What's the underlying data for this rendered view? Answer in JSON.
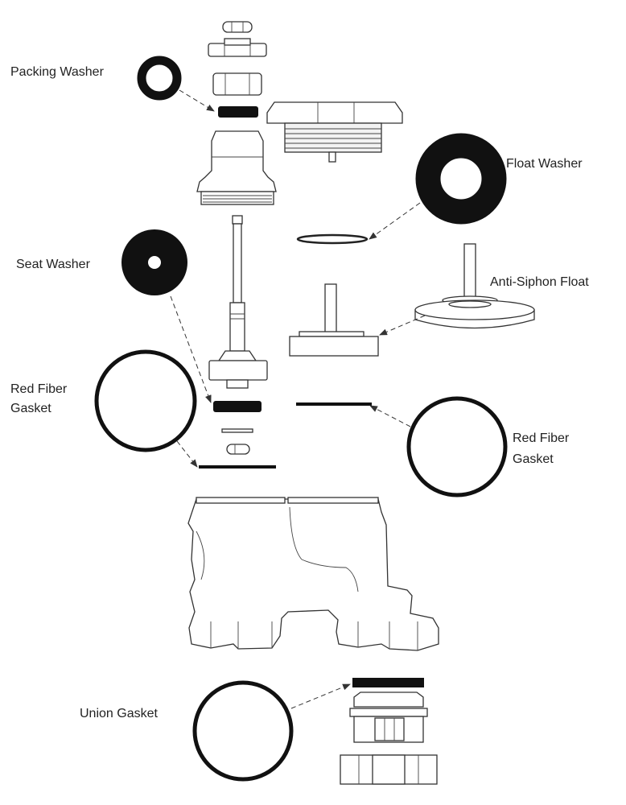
{
  "labels": {
    "packing_washer": "Packing Washer",
    "float_washer": "Float Washer",
    "seat_washer": "Seat Washer",
    "anti_siphon_float": "Anti-Siphon Float",
    "red_fiber_left_line1": "Red Fiber",
    "red_fiber_left_line2": "Gasket",
    "red_fiber_right_line1": "Red Fiber",
    "red_fiber_right_line2": "Gasket",
    "union_gasket": "Union Gasket"
  },
  "colors": {
    "ink": "#111111",
    "line": "#333333",
    "background": "#ffffff"
  }
}
